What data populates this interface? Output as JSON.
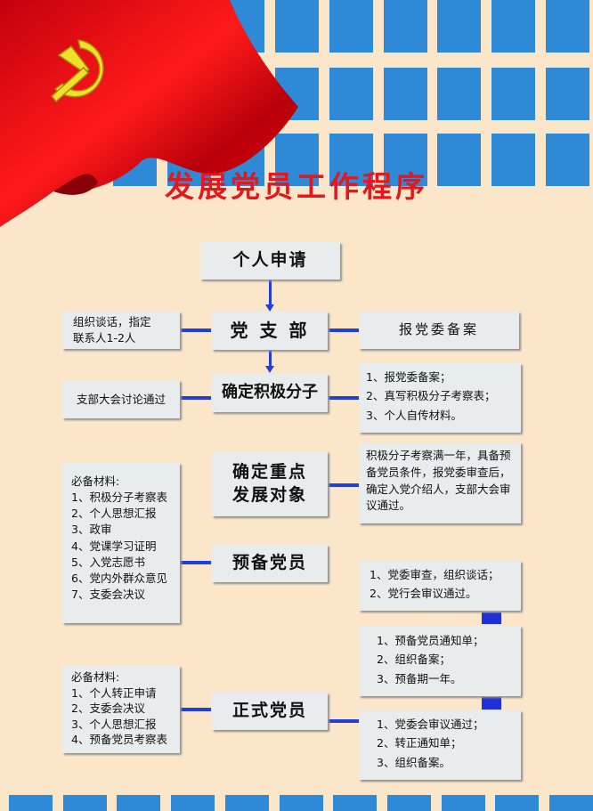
{
  "title": "发展党员工作程序",
  "colors": {
    "background": "#fbe6c9",
    "tile": "#2e8ad6",
    "connector": "#2040d8",
    "title": "#e3171d",
    "flag": "#d8000f"
  },
  "steps": {
    "apply": "个人申请",
    "branch": "党 支 部",
    "activist": "确定积极分子",
    "key_target": "确定重点\n发展对象",
    "probationary": "预备党员",
    "full_member": "正式党员"
  },
  "notes": {
    "branch_left": "组织谈话，指定\n联系人1-2人",
    "branch_right": "报党委备案",
    "activist_left": "支部大会讨论通过",
    "activist_right": [
      "1、报党委备案；",
      "2、真写积极分子考察表；",
      "3、个人自传材料。"
    ],
    "key_target_right": "积极分子考察满一年，具备预备党员条件，报党委审查后，确定入党介绍人，支部大会审议通过。",
    "probationary_left": {
      "heading": "必备材料:",
      "items": [
        "1、积极分子考察表",
        "2、个人思想汇报",
        "3、政审",
        "4、党课学习证明",
        "5、入党志愿书",
        "6、党内外群众意见",
        "7、支委会决议"
      ]
    },
    "probationary_right": [
      "1、党委审查，组织谈话；",
      "2、党行会审议通过。"
    ],
    "probationary_right2": [
      "1、预备党员通知单；",
      "2、组织备案；",
      "3、预备期一年。"
    ],
    "full_left": {
      "heading": "必备材料:",
      "items": [
        "1、个人转正申请",
        "2、支委会决议",
        "3、个人思想汇报",
        "4、预备党员考察表"
      ]
    },
    "full_right": [
      "1、党委会审议通过；",
      "2、转正通知单；",
      "3、组织备案。"
    ]
  }
}
